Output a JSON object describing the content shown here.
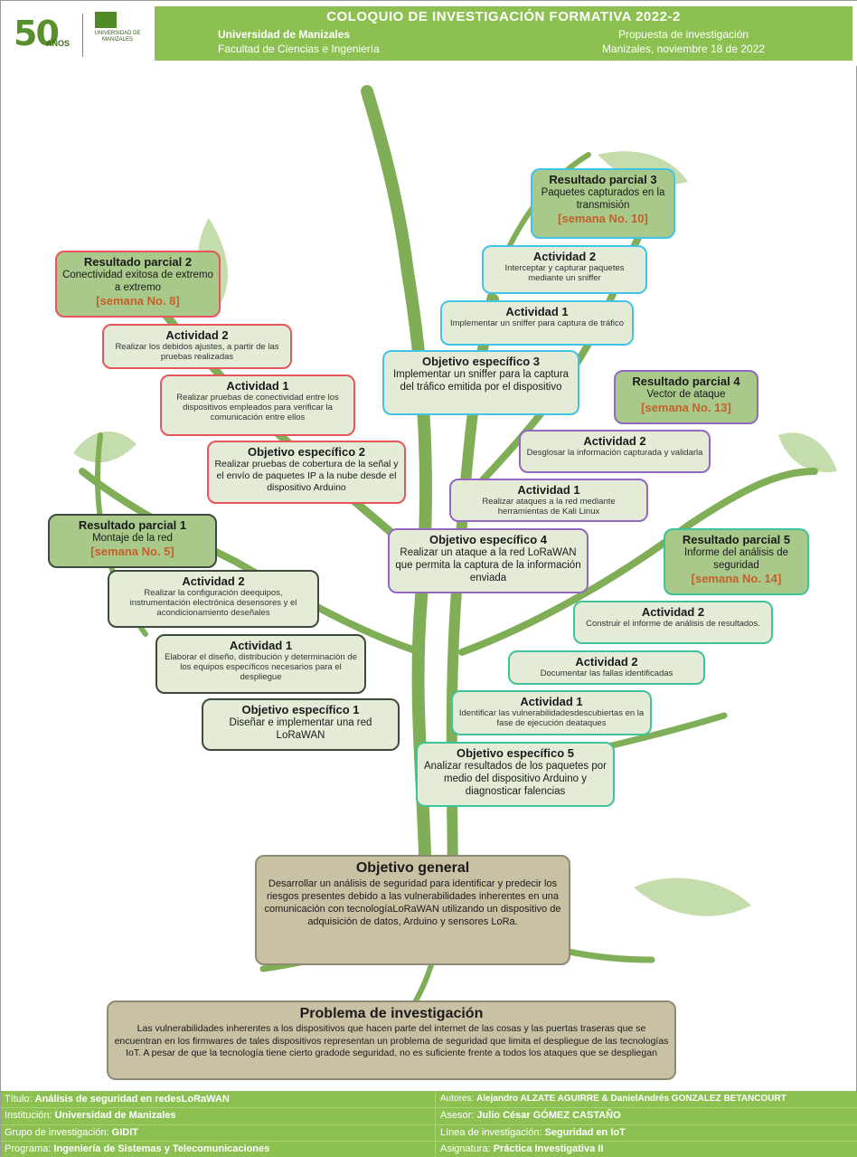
{
  "header": {
    "logo_number": "50",
    "logo_years": "AÑOS",
    "logo_university": "UNIVERSIDAD DE MANIZALES",
    "conference_title": "COLOQUIO DE INVESTIGACIÓN FORMATIVA 2022-2",
    "university": "Universidad de Manizales",
    "faculty": "Facultad de Ciencias e Ingeniería",
    "proposal": "Propuesta de investigación",
    "date": "Manizales, noviembre 18 de 2022"
  },
  "branch_left_top": {
    "resultado": {
      "title": "Resultado parcial 2",
      "desc": "Conectividad exitosa de extremo a extremo",
      "week": "[semana No. 8]"
    },
    "actividad2": {
      "title": "Actividad 2",
      "desc": "Realizar los debidos ajustes, a partir de las pruebas realizadas"
    },
    "actividad1": {
      "title": "Actividad 1",
      "desc": "Realizar pruebas de conectividad entre los dispositivos empleados para verificar la comunicación entre ellos"
    },
    "objetivo": {
      "title": "Objetivo específico 2",
      "desc": "Realizar pruebas de cobertura de la señal y el envío de paquetes IP a la nube desde el dispositivo Arduino"
    }
  },
  "branch_left_bottom": {
    "resultado": {
      "title": "Resultado parcial 1",
      "desc": "Montaje de la red",
      "week": "[semana No. 5]"
    },
    "actividad2": {
      "title": "Actividad 2",
      "desc": "Realizar la configuración deequipos, instrumentación electrónica desensores y el acondicionamiento deseñales"
    },
    "actividad1": {
      "title": "Actividad 1",
      "desc": "Elaborar el diseño, distribución y determinación de los equipos específicos necesarios para el despliegue"
    },
    "objetivo": {
      "title": "Objetivo específico 1",
      "desc": "Diseñar e implementar una red LoRaWAN"
    }
  },
  "branch_right_top": {
    "resultado": {
      "title": "Resultado parcial 3",
      "desc": "Paquetes capturados en la transmisión",
      "week": "[semana No. 10]"
    },
    "actividad2": {
      "title": "Actividad 2",
      "desc": "Interceptar y capturar paquetes mediante un sniffer"
    },
    "actividad1": {
      "title": "Actividad 1",
      "desc": "Implementar un sniffer para captura de tráfico"
    },
    "objetivo": {
      "title": "Objetivo específico 3",
      "desc": "Implementar un sniffer para la captura del tráfico emitida por el dispositivo"
    }
  },
  "branch_right_middle": {
    "resultado": {
      "title": "Resultado parcial 4",
      "desc": "Vector de ataque",
      "week": "[semana No. 13]"
    },
    "actividad2": {
      "title": "Actividad 2",
      "desc": "Desglosar la información capturada y validarla"
    },
    "actividad1": {
      "title": "Actividad 1",
      "desc": "Realizar ataques a la red mediante herramientas de Kali Linux"
    },
    "objetivo": {
      "title": "Objetivo específico 4",
      "desc": "Realizar un ataque a la red LoRaWAN que permita la captura de la información enviada"
    }
  },
  "branch_right_bottom": {
    "resultado": {
      "title": "Resultado parcial 5",
      "desc": "Informe del análisis de seguridad",
      "week": "[semana No. 14]"
    },
    "actividad2a": {
      "title": "Actividad 2",
      "desc": "Construir el informe de análisis de resultados."
    },
    "actividad2b": {
      "title": "Actividad 2",
      "desc": "Documentar las fallas identificadas"
    },
    "actividad1": {
      "title": "Actividad 1",
      "desc": "Identificar las vulnerabilidadesdescubiertas en la fase de ejecución deataques"
    },
    "objetivo": {
      "title": "Objetivo específico 5",
      "desc": "Analizar resultados de los paquetes por medio del dispositivo Arduino y diagnosticar falencias"
    }
  },
  "objetivo_general": {
    "title": "Objetivo general",
    "desc": "Desarrollar un análisis de seguridad para identificar y predecir los riesgos presentes debido a las vulnerabilidades inherentes en una comunicación con tecnologíaLoRaWAN utilizando un dispositivo de adquisición de datos, Arduino y sensores LoRa."
  },
  "problema": {
    "title": "Problema de investigación",
    "desc": "Las vulnerabilidades inherentes a los dispositivos que hacen parte del internet de las cosas y las puertas traseras que se encuentran en los firmwares de tales dispositivos representan un problema de seguridad que limita el despliegue de las tecnologías IoT. A pesar de que la tecnología tiene cierto gradode seguridad, no es suficiente frente a todos los ataques que se despliegan"
  },
  "footer": {
    "titulo_label": "Título:",
    "titulo": "Análisis de seguridad en redesLoRaWAN",
    "institucion_label": "Institución:",
    "institucion": "Universidad de Manizales",
    "grupo_label": "Grupo de investigación:",
    "grupo": "GIDIT",
    "programa_label": "Programa:",
    "programa": "Ingeniería de Sistemas y Telecomunicaciones",
    "autores_label": "Autores:",
    "autores": "Alejandro ALZATE AGUIRRE & DanielAndrés GONZALEZ BETANCOURT",
    "asesor_label": "Asesor:",
    "asesor": "Julio César GÓMEZ CASTAÑO",
    "linea_label": "Línea de investigación:",
    "linea": "Seguridad en IoT",
    "asignatura_label": "Asignatura:",
    "asignatura": "Práctica Investigativa II"
  }
}
